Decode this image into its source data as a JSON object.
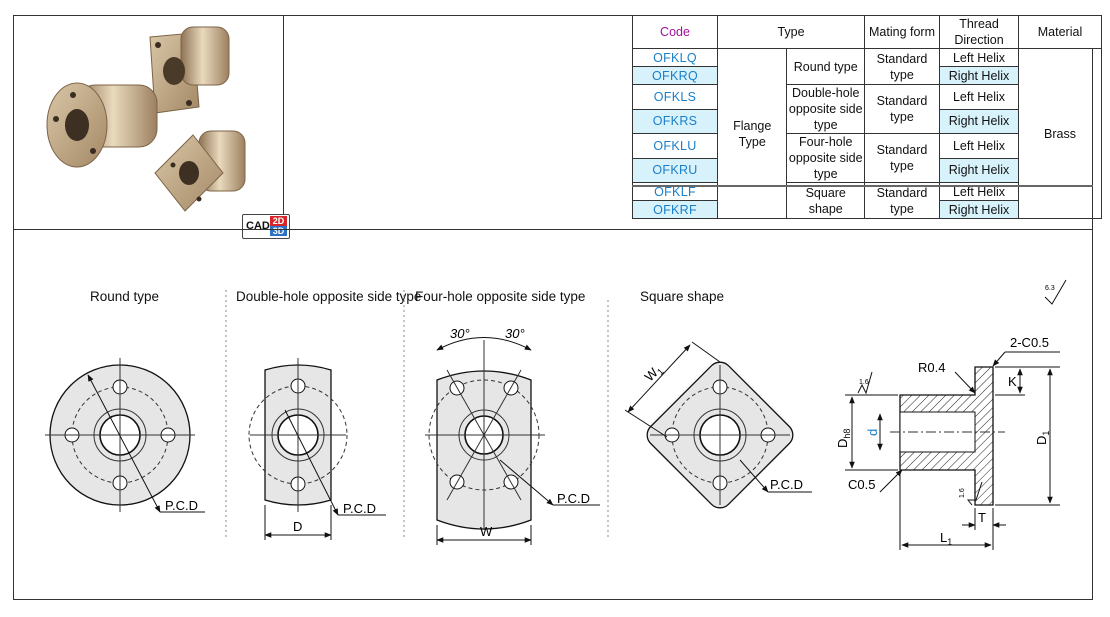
{
  "table": {
    "headers": {
      "code": "Code",
      "type": "Type",
      "mating": "Mating form",
      "thread": "Thread Direction",
      "material": "Material"
    },
    "flange_type": "Flange Type",
    "material_value": "Brass",
    "groups": [
      {
        "sub_type": "Round type",
        "mating": "Standard type"
      },
      {
        "sub_type": "Double-hole\nopposite side type",
        "mating": "Standard type"
      },
      {
        "sub_type": "Four-hole\nopposite side type",
        "mating": "Standard type"
      },
      {
        "sub_type": "Square shape",
        "mating": "Standard type"
      }
    ],
    "rows": [
      {
        "code": "OFKLQ",
        "dir": "Left Helix"
      },
      {
        "code": "OFKRQ",
        "dir": "Right Helix"
      },
      {
        "code": "OFKLS",
        "dir": "Left Helix"
      },
      {
        "code": "OFKRS",
        "dir": "Right Helix"
      },
      {
        "code": "OFKLU",
        "dir": "Left Helix"
      },
      {
        "code": "OFKRU",
        "dir": "Right Helix"
      },
      {
        "code": "OFKLF",
        "dir": "Left Helix"
      },
      {
        "code": "OFKRF",
        "dir": "Right Helix"
      }
    ]
  },
  "cad_badge": {
    "label": "CAD",
    "b2": "2D",
    "b3": "3D"
  },
  "drawings": {
    "round_title": "Round type",
    "double_title": "Double-hole opposite side type",
    "four_title": "Four-hole opposite side type",
    "square_title": "Square shape",
    "pcd": "P.C.D",
    "dim_D": "D",
    "dim_W": "W",
    "dim_W1": "W",
    "dim_W1_sub": "1",
    "angle1": "30°",
    "angle2": "30°",
    "roughness_main": "6.3",
    "roughness_small": "1.6",
    "r04": "R0.4",
    "c2": "2-C0.5",
    "c05": "C0.5",
    "K": "K",
    "T": "T",
    "d": "d",
    "Dh8": "D",
    "Dh8_sub": "h8",
    "D1": "D",
    "D1_sub": "1",
    "L1": "L",
    "L1_sub": "1"
  },
  "colors": {
    "code": "#1a7fc9",
    "code_header": "#a0139b",
    "row_alt": "#d8f2fb",
    "cad_red": "#d7262a",
    "cad_blue": "#2a71c7"
  }
}
